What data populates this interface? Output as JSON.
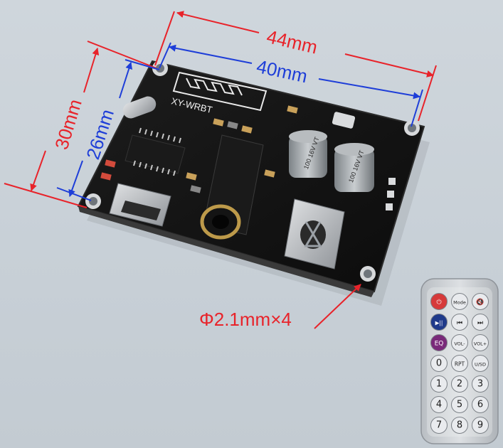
{
  "dimensions": {
    "outer_width": "44mm",
    "inner_width": "40mm",
    "outer_height": "30mm",
    "inner_height": "26mm",
    "hole_callout": "Φ2.1mm×4"
  },
  "board": {
    "silkscreen_model": "XY-WRBT",
    "capacitor_1_text": "100 16V VT",
    "capacitor_2_text": "100 16V VT"
  },
  "remote": {
    "buttons": [
      {
        "label": "⏻",
        "name": "power-button",
        "color": "#d63a3a"
      },
      {
        "label": "Mode",
        "name": "mode-button",
        "color": "#e9ebee"
      },
      {
        "label": "🔇",
        "name": "mute-button",
        "color": "#e9ebee"
      },
      {
        "label": "▶||",
        "name": "play-pause-button",
        "color": "#1f3a8a"
      },
      {
        "label": "⏮",
        "name": "previous-button",
        "color": "#e9ebee"
      },
      {
        "label": "⏭",
        "name": "next-button",
        "color": "#e9ebee"
      },
      {
        "label": "EQ",
        "name": "eq-button",
        "color": "#7a2a7a"
      },
      {
        "label": "VOL-",
        "name": "vol-down-button",
        "color": "#e9ebee"
      },
      {
        "label": "VOL+",
        "name": "vol-up-button",
        "color": "#e9ebee"
      },
      {
        "label": "0",
        "name": "digit-0-button",
        "color": "#e9ebee"
      },
      {
        "label": "RPT",
        "name": "repeat-button",
        "color": "#e9ebee"
      },
      {
        "label": "U/SD",
        "name": "usd-button",
        "color": "#e9ebee"
      },
      {
        "label": "1",
        "name": "digit-1-button",
        "color": "#e9ebee"
      },
      {
        "label": "2",
        "name": "digit-2-button",
        "color": "#e9ebee"
      },
      {
        "label": "3",
        "name": "digit-3-button",
        "color": "#e9ebee"
      },
      {
        "label": "4",
        "name": "digit-4-button",
        "color": "#e9ebee"
      },
      {
        "label": "5",
        "name": "digit-5-button",
        "color": "#e9ebee"
      },
      {
        "label": "6",
        "name": "digit-6-button",
        "color": "#e9ebee"
      },
      {
        "label": "7",
        "name": "digit-7-button",
        "color": "#e9ebee"
      },
      {
        "label": "8",
        "name": "digit-8-button",
        "color": "#e9ebee"
      },
      {
        "label": "9",
        "name": "digit-9-button",
        "color": "#e9ebee"
      }
    ]
  },
  "colors": {
    "outer_dimension": "#e8232a",
    "inner_dimension": "#1e3ed8",
    "board": "#131313",
    "background": "#cbd2d8"
  }
}
